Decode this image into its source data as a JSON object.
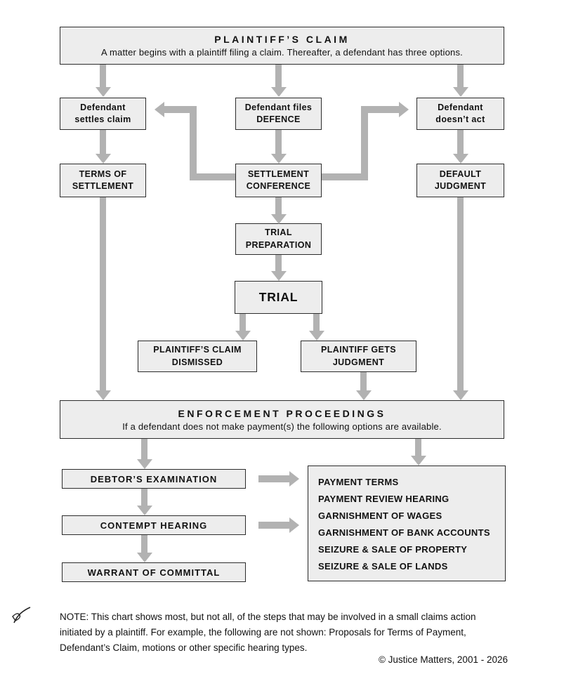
{
  "colors": {
    "box-fill": "#ededed",
    "box-border": "#2c2c2c",
    "arrow": "#b2b2b2",
    "text": "#111111"
  },
  "plaintiffs_claim": {
    "title": "PLAINTIFF’S CLAIM",
    "subtitle": "A matter begins with a plaintiff filing a claim.  Thereafter, a defendant has three options."
  },
  "nodes": {
    "defendant_settles": "Defendant\nsettles claim",
    "defendant_defence": "Defendant files\nDEFENCE",
    "defendant_no_act": "Defendant\ndoesn’t act",
    "terms_of_settlement": "TERMS OF\nSETTLEMENT",
    "settlement_conference": "SETTLEMENT\nCONFERENCE",
    "default_judgment": "DEFAULT\nJUDGMENT",
    "trial_preparation": "TRIAL\nPREPARATION",
    "trial": "TRIAL",
    "claim_dismissed": "PLAINTIFF’S CLAIM\nDISMISSED",
    "gets_judgment": "PLAINTIFF GETS\nJUDGMENT",
    "debtors_examination": "DEBTOR’S EXAMINATION",
    "contempt_hearing": "CONTEMPT HEARING",
    "warrant_of_committal": "WARRANT OF COMMITTAL",
    "enforcement_options": [
      "PAYMENT TERMS",
      "PAYMENT REVIEW HEARING",
      "GARNISHMENT OF WAGES",
      "GARNISHMENT OF BANK ACCOUNTS",
      "SEIZURE & SALE OF PROPERTY",
      "SEIZURE & SALE OF LANDS"
    ]
  },
  "enforcement": {
    "title": "ENFORCEMENT PROCEEDINGS",
    "subtitle": "If a defendant does not make payment(s) the following options are available."
  },
  "note_text": "NOTE: This chart shows most, but not all, of the steps that may be involved in a small claims action initiated by a plaintiff.  For example, the following are not shown: Proposals for Terms of Payment, Defendant’s Claim, motions or other specific hearing types.",
  "copyright": "© Justice Matters, 2001 - 2026"
}
